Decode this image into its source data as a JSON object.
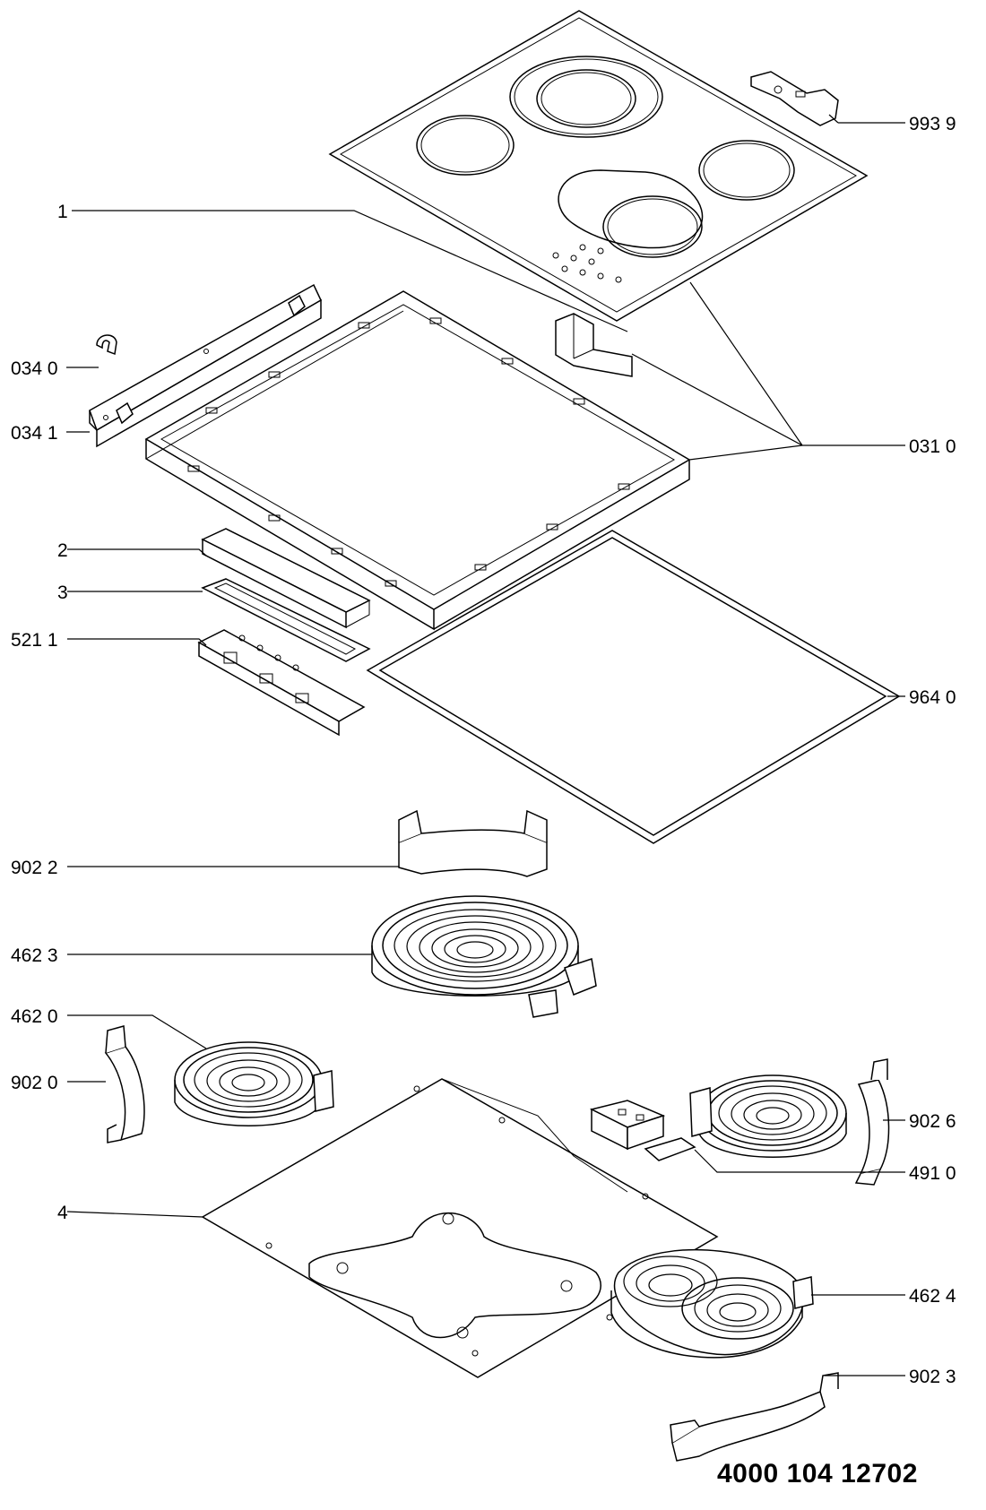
{
  "labels": {
    "l_9939": "993 9",
    "l_1": "1",
    "l_0340": "034 0",
    "l_0341": "034 1",
    "l_0310": "031 0",
    "l_2": "2",
    "l_3": "3",
    "l_5211": "521 1",
    "l_9640": "964 0",
    "l_9022": "902 2",
    "l_4623": "462 3",
    "l_4620": "462 0",
    "l_9020": "902 0",
    "l_9026": "902 6",
    "l_4910": "491 0",
    "l_4": "4",
    "l_4624": "462 4",
    "l_9023": "902 3"
  },
  "document_number": "4000 104 12702"
}
